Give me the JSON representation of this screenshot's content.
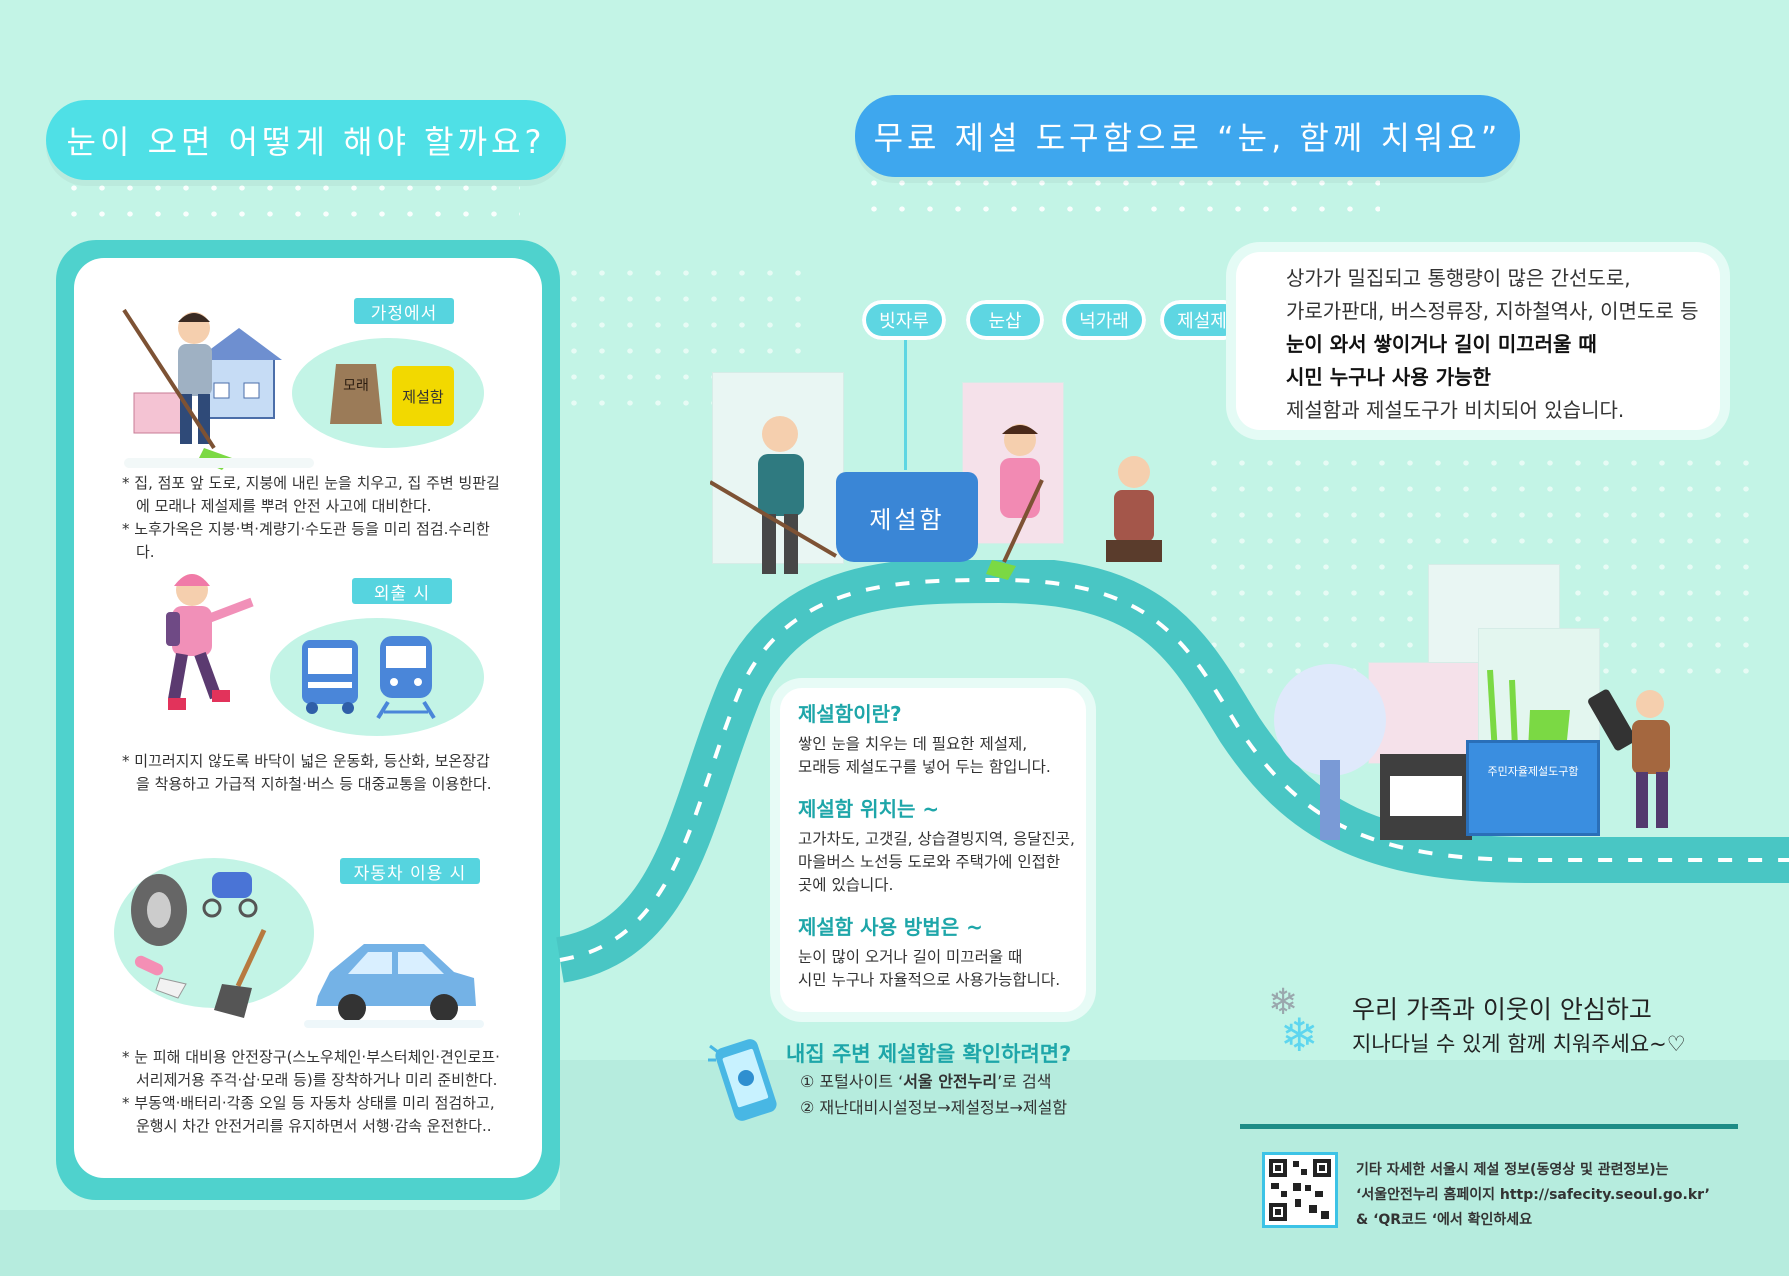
{
  "headers": {
    "left_title": "눈이 오면 어떻게 해야 할까요?",
    "right_title": "무료 제설 도구함으로 “눈, 함께 치워요”"
  },
  "left_panel": {
    "home": {
      "tag": "가정에서",
      "bag_label": "모래",
      "box_label": "제설함",
      "notes": [
        "* 집, 점포 앞 도로, 지붕에 내린 눈을 치우고, 집 주변 빙판길에 모래나 제설제를 뿌려 안전 사고에 대비한다.",
        "* 노후가옥은 지붕·벽·계량기·수도관 등을 미리 점검.수리한다."
      ]
    },
    "outing": {
      "tag": "외출 시",
      "notes": [
        "* 미끄러지지 않도록 바닥이 넓은 운동화, 등산화, 보온장갑을 착용하고 가급적 지하철·버스 등 대중교통을 이용한다."
      ]
    },
    "car": {
      "tag": "자동차 이용 시",
      "notes": [
        "* 눈 피해 대비용 안전장구(스노우체인·부스터체인·견인로프·서리제거용 주걱·삽·모래 등)를 장착하거나 미리 준비한다.",
        "* 부동액·배터리·각종 오일 등 자동차 상태를 미리 점검하고, 운행시 차간 안전거리를 유지하면서 서행·감속 운전한다.."
      ]
    }
  },
  "tools": [
    "빗자루",
    "눈삽",
    "넉가래",
    "제설제"
  ],
  "box_label": "제설함",
  "community_box_label": "주민자율제설도구함",
  "info_card": {
    "lines": [
      {
        "text": "상가가 밀집되고 통행량이 많은 간선도로,",
        "bold": false
      },
      {
        "text": "가로가판대, 버스정류장, 지하철역사, 이면도로 등",
        "bold": false
      },
      {
        "text": "눈이 와서 쌓이거나 길이 미끄러울 때",
        "bold": true
      },
      {
        "text": "시민 누구나 사용 가능한",
        "bold": true
      },
      {
        "text": "제설함과 제설도구가 비치되어 있습니다.",
        "bold": false
      }
    ]
  },
  "center_card": {
    "s1_title": "제설함이란?",
    "s1_text": [
      "쌓인 눈을 치우는 데 필요한 제설제,",
      "모래등 제설도구를 넣어 두는 함입니다."
    ],
    "s2_title": "제설함 위치는 ~",
    "s2_text": [
      "고가차도, 고갯길, 상습결빙지역, 응달진곳,",
      "마을버스 노선등 도로와 주택가에 인접한",
      "곳에 있습니다."
    ],
    "s3_title": "제설함 사용 방법은 ~",
    "s3_text": [
      "눈이 많이 오거나 길이 미끄러울 때",
      "시민 누구나 자율적으로 사용가능합니다."
    ]
  },
  "check": {
    "title": "내집 주변 제설함을 확인하려면?",
    "step1_prefix": "① 포털사이트 ‘",
    "step1_bold": "서울 안전누리",
    "step1_suffix": "’로 검색",
    "step2": "② 재난대비시설정보→제설정보→제설함"
  },
  "slogan": {
    "line1": "우리 가족과 이웃이 안심하고",
    "line2": "지나다닐 수 있게 함께 치워주세요~♡"
  },
  "footer": {
    "line1": "기타 자세한 서울시 제설 정보(동영상 및 관련정보)는",
    "line2": "‘서울안전누리 홈페이지 http://safecity.seoul.go.kr’",
    "line3": "& ‘QR코드 ‘에서 확인하세요"
  },
  "colors": {
    "background": "#c3f4e6",
    "left_header": "#4fe0e6",
    "right_header": "#3ea7ee",
    "panel_frame": "#4fd2cd",
    "road": "#49c6c4",
    "accent_text": "#1ea6a9"
  }
}
